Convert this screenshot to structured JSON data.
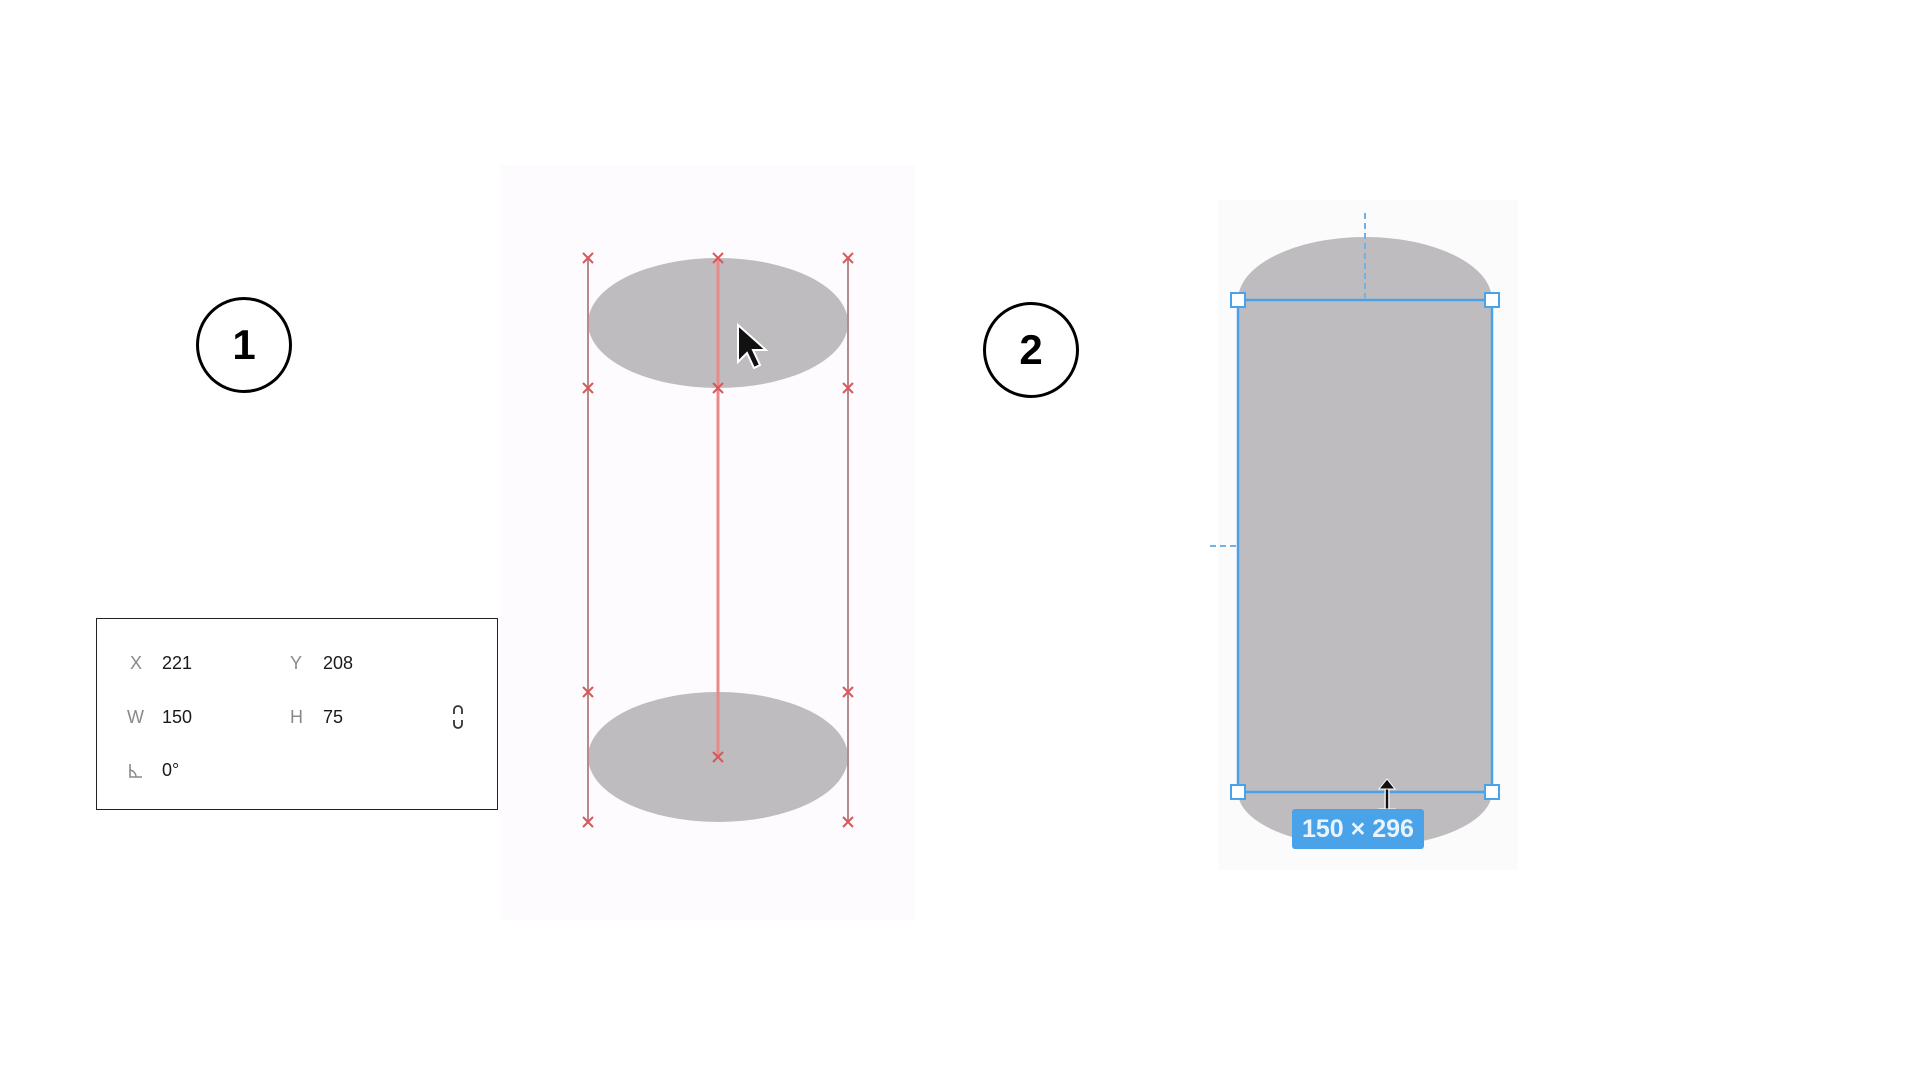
{
  "steps": {
    "step1": "1",
    "step2": "2"
  },
  "properties_panel": {
    "x_label": "X",
    "x_value": "221",
    "y_label": "Y",
    "y_value": "208",
    "w_label": "W",
    "w_value": "150",
    "h_label": "H",
    "h_value": "75",
    "rotation_value": "0°",
    "icons": {
      "rotation": "angle-icon",
      "constrain": "link-proportions-icon"
    }
  },
  "canvas": {
    "selection_size_label": "150 × 296",
    "colors": {
      "shape_fill": "#bfbcbf",
      "guide_red": "#e06a6a",
      "selection_blue": "#4aa3e8"
    },
    "icons": {
      "pointer": "arrow-cursor-icon",
      "resize": "vertical-resize-cursor-icon"
    }
  }
}
